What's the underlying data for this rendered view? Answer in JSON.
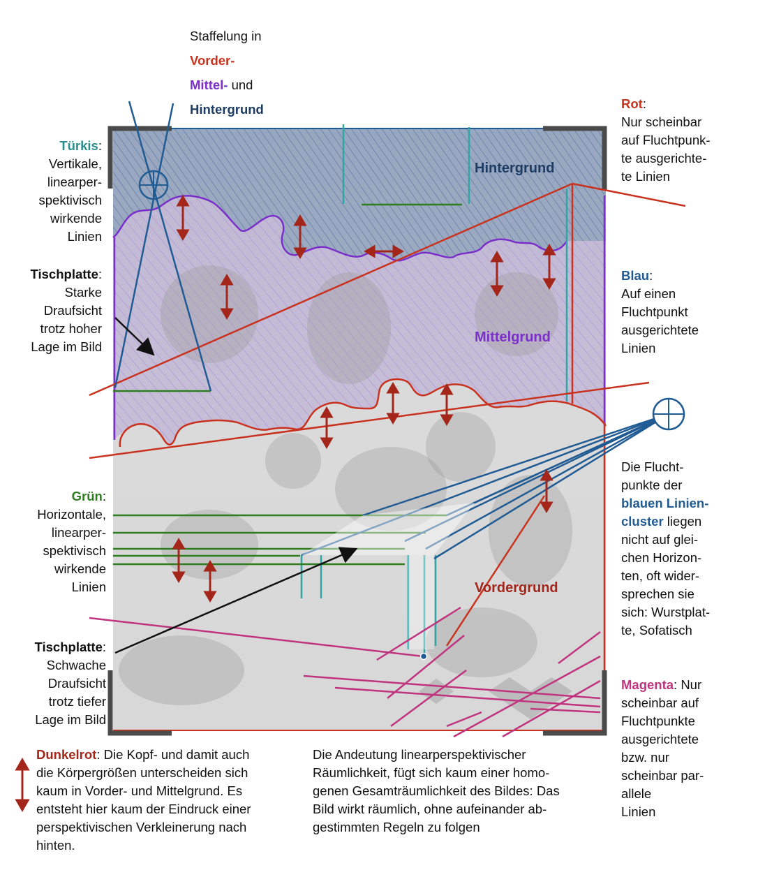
{
  "colors": {
    "red": "#c8321e",
    "purple": "#7b2fc9",
    "navy": "#1d3c64",
    "teal": "#2c8f8f",
    "green": "#2e7d1e",
    "blue": "#215b93",
    "magenta": "#c0347f",
    "darkred": "#a4261a",
    "frame": "#4a4a4a"
  },
  "staffelung": {
    "line1": "Staffelung in",
    "vorder": "Vorder-",
    "mittel": "Mittel-",
    "und": " und",
    "hinter": "Hintergrund"
  },
  "rot": {
    "title": "Rot",
    "line1": "Nur scheinbar",
    "line2": "auf Fluchtpunk-",
    "line3": "te ausgerichte-",
    "line4": "te Linien"
  },
  "tuerkis": {
    "title": "Türkis",
    "line1": "Vertikale,",
    "line2": "linearper-",
    "line3": "spektivisch",
    "line4": "wirkende",
    "line5": "Linien"
  },
  "tischplatte_top": {
    "title": "Tischplatte",
    "line1": "Starke",
    "line2": "Draufsicht",
    "line3": "trotz hoher",
    "line4": "Lage im Bild"
  },
  "blau": {
    "title": "Blau",
    "line1": "Auf einen",
    "line2": "Fluchtpunkt",
    "line3": "ausgerichtete",
    "line4": "Linien"
  },
  "fluchtpunkte": {
    "line1": "Die Flucht-",
    "line2": "punkte der",
    "blue1": "blauen Linien-",
    "blue2": "cluster",
    "line3rest": " liegen",
    "line4": "nicht auf glei-",
    "line5": "chen Horizon-",
    "line6": "ten, oft wider-",
    "line7": "sprechen sie",
    "line8": "sich: Wurstplat-",
    "line9": "te, Sofatisch"
  },
  "gruen": {
    "title": "Grün",
    "line1": "Horizontale,",
    "line2": "linearper-",
    "line3": "spektivisch",
    "line4": "wirkende",
    "line5": "Linien"
  },
  "tischplatte_bottom": {
    "title": "Tischplatte",
    "line1": "Schwache",
    "line2": "Draufsicht",
    "line3": "trotz tiefer",
    "line4": "Lage im Bild"
  },
  "magenta": {
    "title": "Magenta",
    "line1rest": ": Nur",
    "line2": "scheinbar auf",
    "line3": "Fluchtpunkte",
    "line4": "ausgerichtete",
    "line5": "bzw. nur",
    "line6": "scheinbar par-",
    "line7": "allele",
    "line8": "Linien"
  },
  "dunkelrot": {
    "title": "Dunkelrot",
    "line1rest": ": Die Kopf- und damit auch",
    "line2": "die Körpergrößen unterscheiden sich",
    "line3": "kaum in Vorder- und Mittelgrund. Es",
    "line4": "entsteht hier kaum der Eindruck einer",
    "line5": "perspektivischen Verkleinerung nach",
    "line6": "hinten."
  },
  "bottom_text": {
    "line1": "Die Andeutung linearperspektivischer",
    "line2": "Räumlichkeit, fügt sich kaum einer homo-",
    "line3": "genen Gesamträumlichkeit des Bildes: Das",
    "line4": "Bild wirkt räumlich, ohne aufeinander ab-",
    "line5": "gestimmten Regeln zu folgen"
  },
  "image_labels": {
    "hintergrund": "Hintergrund",
    "mittelgrund": "Mittelgrund",
    "vordergrund": "Vordergrund"
  },
  "colon": ":"
}
